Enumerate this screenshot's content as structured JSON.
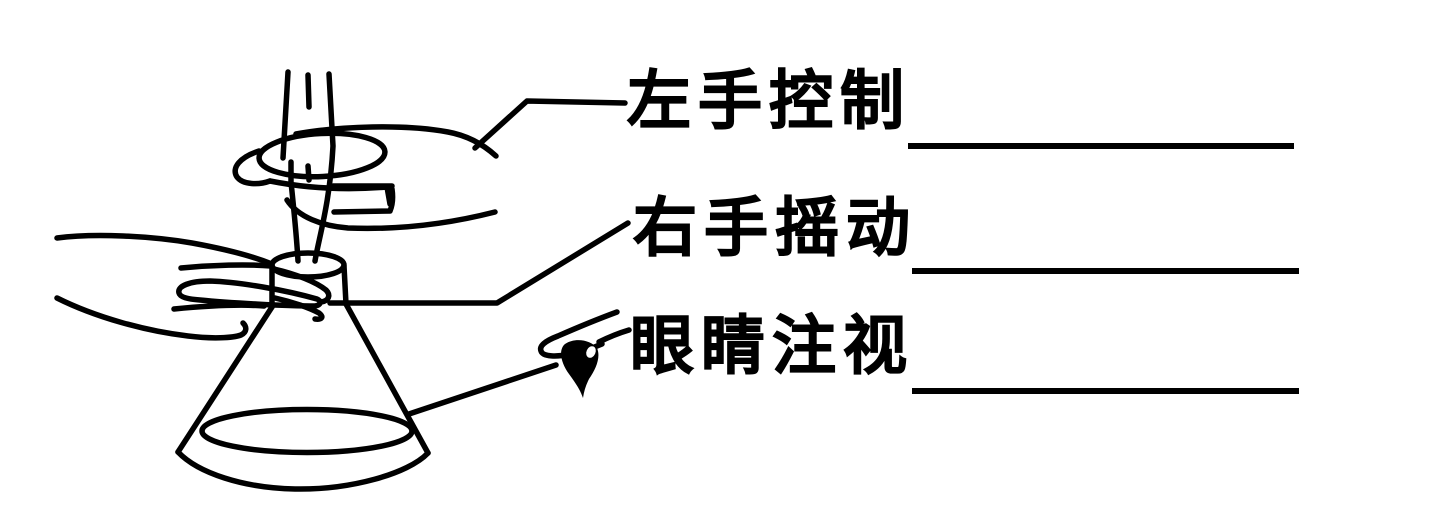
{
  "colors": {
    "ink": "#000000",
    "background": "#ffffff"
  },
  "figure": {
    "kind": "hand-drawn titration experiment line art",
    "parts": [
      "burette-tube",
      "left-hand-gripping-burette",
      "right-hand-holding-flask",
      "conical-flask",
      "liquid-surface",
      "eye-icon",
      "leader-lines"
    ]
  },
  "annotations": [
    {
      "label": "左手控制",
      "blank": true
    },
    {
      "label": "右手摇动",
      "blank": true
    },
    {
      "label": "眼睛注视",
      "blank": true,
      "icon": "eye-icon"
    }
  ]
}
